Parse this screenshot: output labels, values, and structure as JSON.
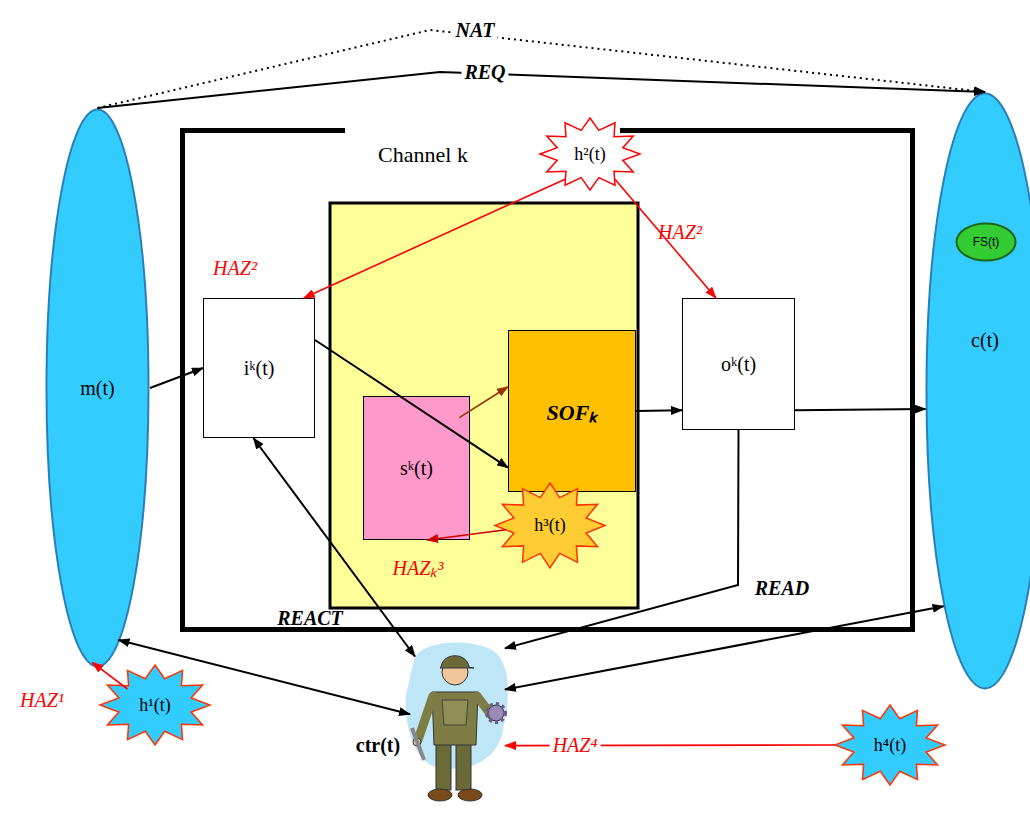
{
  "diagram": {
    "nodes": [
      {
        "text": [
          "m(t)"
        ]
      },
      {
        "text": [
          "c(t)"
        ]
      },
      {
        "text": [
          "FS(t)"
        ],
        "in": 1
      },
      {
        "text": [
          "Channel k"
        ]
      },
      {
        "text": [
          "iᵏ(t)"
        ],
        "in": 3
      },
      {
        "text": [
          "sᵏ(t)"
        ],
        "in": 3
      },
      {
        "text": [
          "SOFₖ"
        ],
        "in": 3
      },
      {
        "text": [
          "oᵏ(t)"
        ],
        "in": 3
      },
      {
        "text": [
          "h²(t)"
        ]
      },
      {
        "text": [
          "h³(t)"
        ],
        "in": 3
      },
      {
        "text": [
          "h¹(t)"
        ]
      },
      {
        "text": [
          "ctr(t)"
        ]
      },
      {
        "text": [
          "h⁴(t)"
        ]
      }
    ],
    "edges": [
      {
        "from": 0,
        "to": 4,
        "arrow": "to"
      },
      {
        "from": 4,
        "to": 6,
        "arrow": "to"
      },
      {
        "from": 5,
        "to": 6,
        "arrow": "to"
      },
      {
        "from": 6,
        "to": 7,
        "arrow": "to"
      },
      {
        "from": 7,
        "to": 1,
        "arrow": "to"
      },
      {
        "from": 0,
        "to": 1,
        "label": "REQ",
        "arrow": "to"
      },
      {
        "from": 0,
        "to": 1,
        "label": "NAT",
        "arrow": "to"
      },
      {
        "from": 8,
        "to": 4,
        "label": "HAZ²",
        "arrow": "to"
      },
      {
        "from": 8,
        "to": 7,
        "label": "HAZ²",
        "arrow": "to"
      },
      {
        "from": 9,
        "to": 5,
        "label": "HAZₖ³",
        "arrow": "to"
      },
      {
        "from": 10,
        "to": 0,
        "label": "HAZ¹",
        "arrow": "to"
      },
      {
        "from": 12,
        "to": 11,
        "label": "HAZ⁴",
        "arrow": "to"
      },
      {
        "from": 11,
        "to": 4,
        "arrow": "both"
      },
      {
        "from": 11,
        "to": 0,
        "arrow": "both"
      },
      {
        "from": 11,
        "to": 1,
        "arrow": "both"
      },
      {
        "from": 7,
        "to": 11,
        "label": "READ",
        "arrow": "to"
      }
    ],
    "labels": [
      "REACT"
    ]
  }
}
